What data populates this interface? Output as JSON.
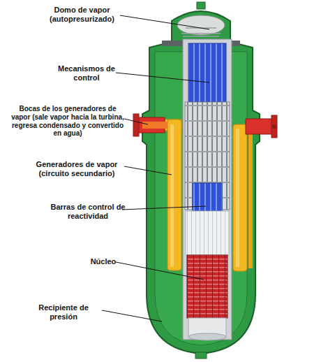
{
  "diagram": {
    "labels": [
      "Domo de vapor (autopresurizado)",
      "Mecanismos de control",
      "Bocas de los generadores de vapor (sale vapor hacia la turbina, regresa condensado y convertido en agua)",
      "Generadores de vapor (circuito secundario)",
      "Barras de control de reactividad",
      "Núcleo",
      "Recipiente de presión"
    ]
  }
}
